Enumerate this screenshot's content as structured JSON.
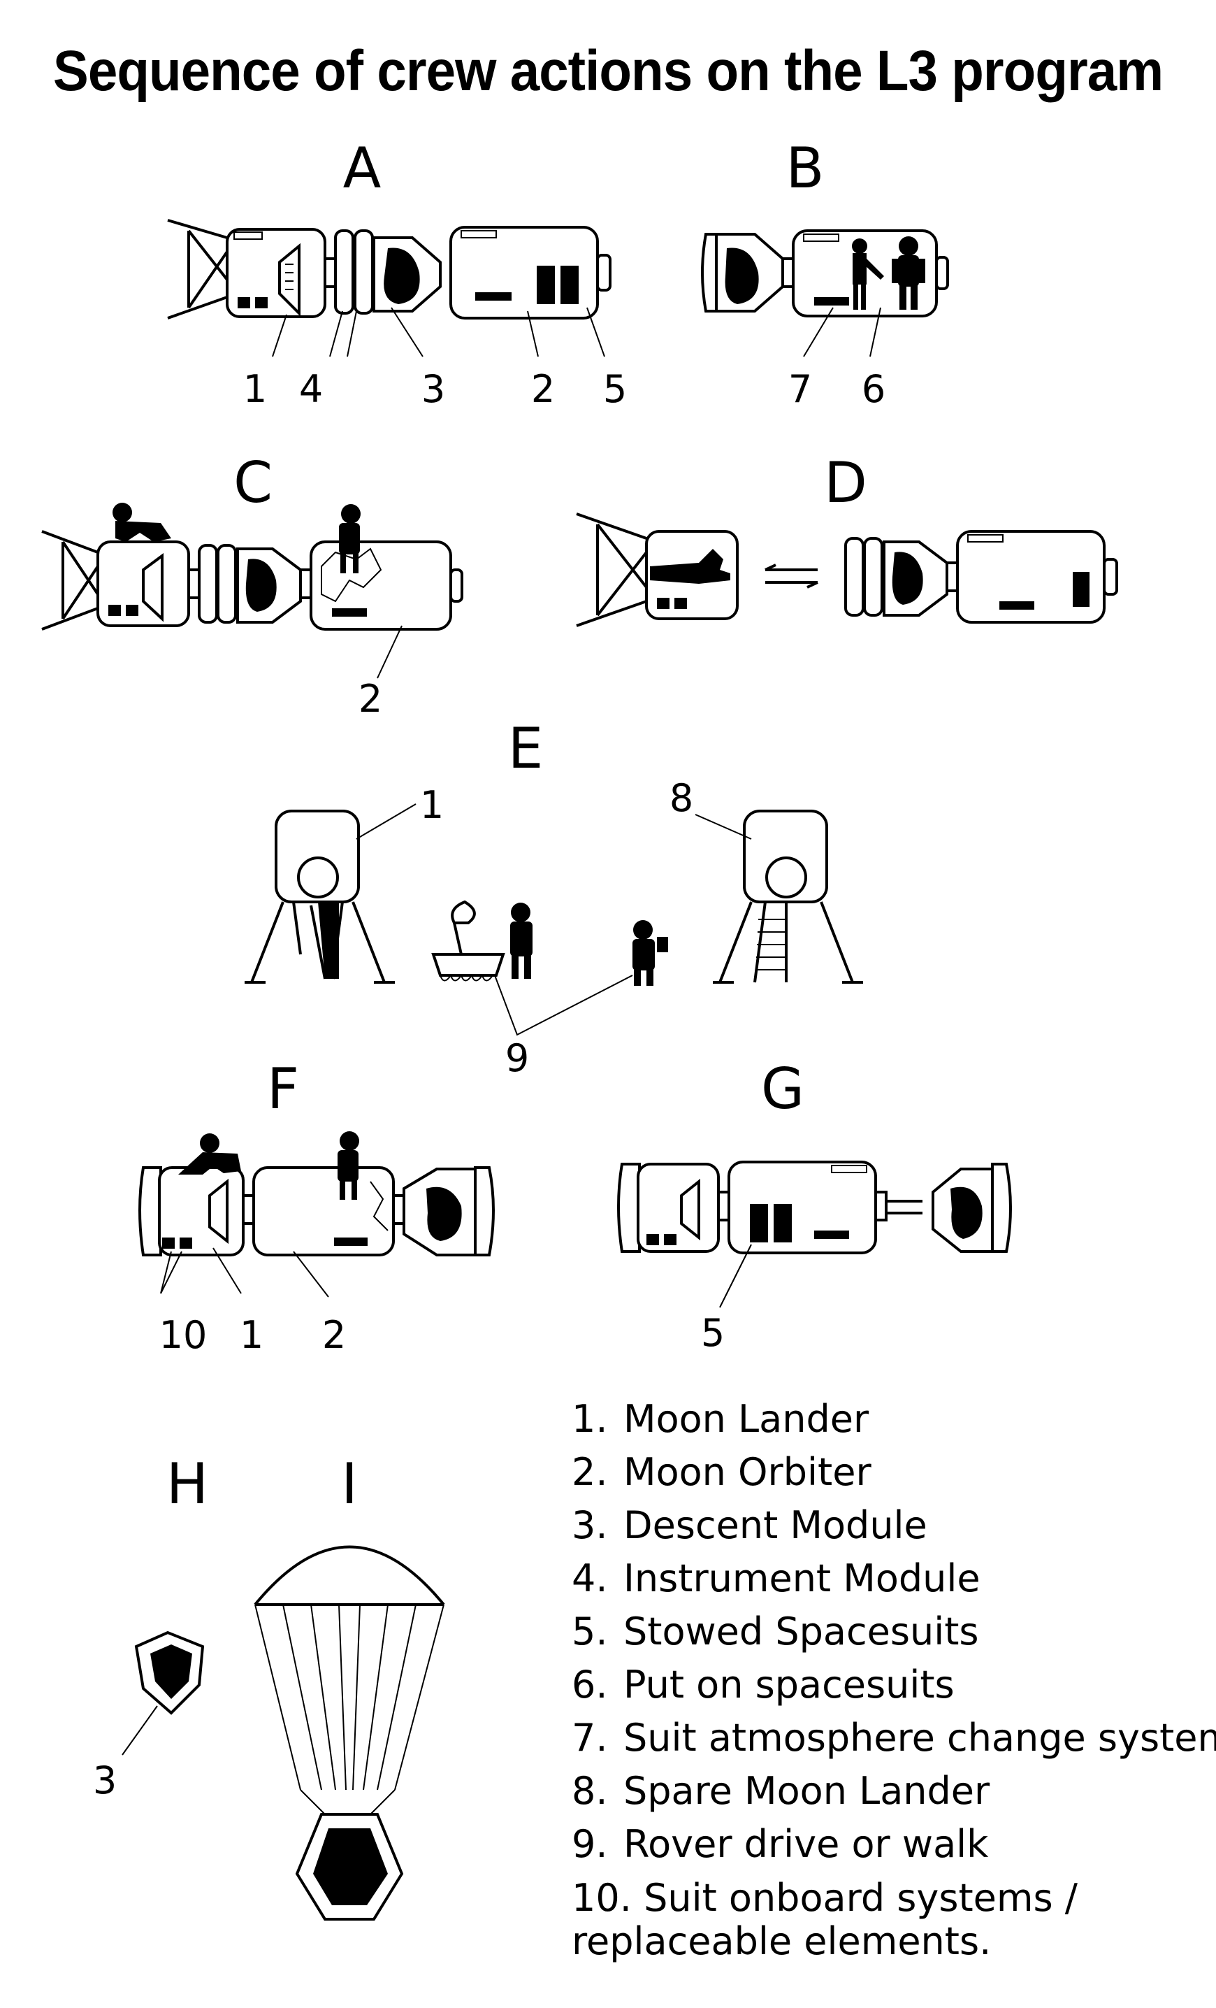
{
  "title": "Sequence of crew actions on the L3 program",
  "panel_labels": [
    "A",
    "B",
    "C",
    "D",
    "E",
    "F",
    "G",
    "H",
    "I"
  ],
  "callouts": {
    "a": [
      "1",
      "4",
      "3",
      "2",
      "5"
    ],
    "b": [
      "7",
      "6"
    ],
    "c": [
      "2"
    ],
    "e": [
      "1",
      "8",
      "9"
    ],
    "f": [
      "10",
      "1",
      "2"
    ],
    "g": [
      "5"
    ],
    "h": [
      "3"
    ]
  },
  "legend": [
    {
      "num": "1.",
      "text": "Moon Lander"
    },
    {
      "num": "2.",
      "text": "Moon Orbiter"
    },
    {
      "num": "3.",
      "text": "Descent Module"
    },
    {
      "num": "4.",
      "text": "Instrument Module"
    },
    {
      "num": "5.",
      "text": "Stowed Spacesuits"
    },
    {
      "num": "6.",
      "text": "Put on spacesuits"
    },
    {
      "num": "7.",
      "text": "Suit atmosphere change system."
    },
    {
      "num": "8.",
      "text": "Spare Moon Lander"
    },
    {
      "num": "9.",
      "text": "Rover drive or walk"
    },
    {
      "num": "10.",
      "text": "Suit onboard systems / replaceable elements."
    }
  ]
}
